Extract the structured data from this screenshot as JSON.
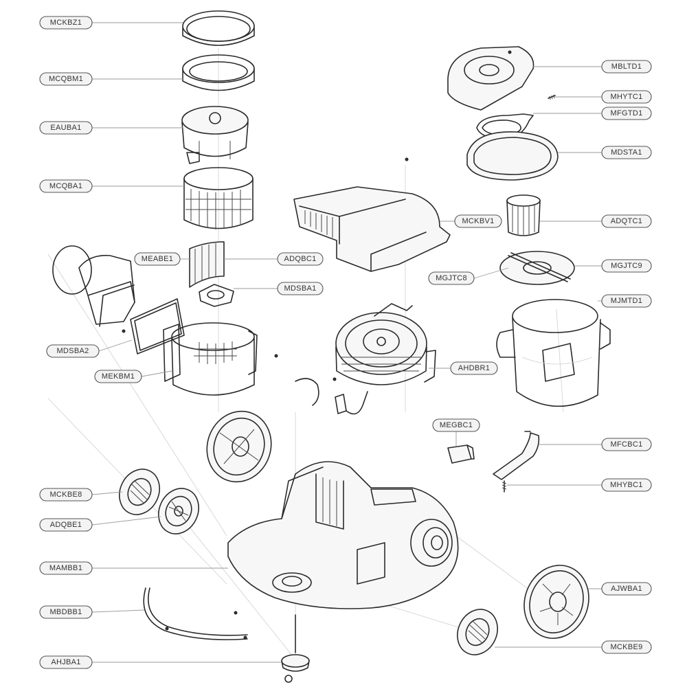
{
  "labels": {
    "mckbz1": "MCKBZ1",
    "mcqbm1": "MCQBM1",
    "eauba1": "EAUBA1",
    "mcqba1": "MCQBA1",
    "meabe1": "MEABE1",
    "adqbc1": "ADQBC1",
    "mdsba1": "MDSBA1",
    "mdsba2": "MDSBA2",
    "mekbm1": "MEKBM1",
    "mckbv1": "MCKBV1",
    "mgjtc8": "MGJTC8",
    "ahdbr1": "AHDBR1",
    "mbltd1": "MBLTD1",
    "mhytc1": "MHYTC1",
    "mfgtd1": "MFGTD1",
    "mdsta1": "MDSTA1",
    "adqtc1": "ADQTC1",
    "mgjtc9": "MGJTC9",
    "mjmtd1": "MJMTD1",
    "megbc1": "MEGBC1",
    "mfcbc1": "MFCBC1",
    "mhybc1": "MHYBC1",
    "mckbe8": "MCKBE8",
    "adqbe1": "ADQBE1",
    "mambb1": "MAMBB1",
    "mbdbb1": "MBDBB1",
    "ahjba1": "AHJBA1",
    "ajwba1": "AJWBA1",
    "mckbe9": "MCKBE9"
  }
}
